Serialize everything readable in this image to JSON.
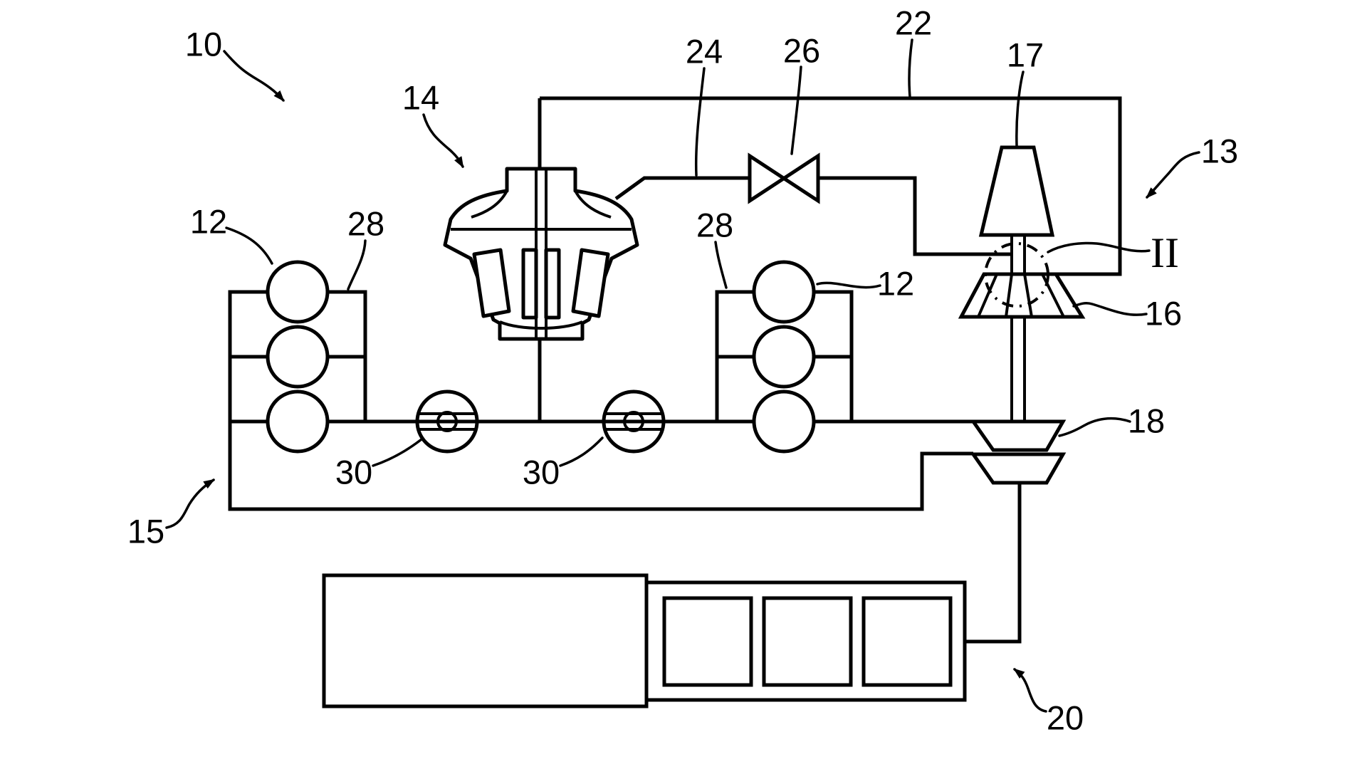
{
  "figure": {
    "kind": "patent-schematic",
    "background_color": "#ffffff",
    "line_color": "#000000"
  },
  "labels": {
    "ref10": "10",
    "ref12": "12",
    "ref13": "13",
    "ref14": "14",
    "ref15": "15",
    "ref16": "16",
    "ref17": "17",
    "ref18": "18",
    "ref20": "20",
    "ref22": "22",
    "ref24": "24",
    "ref26": "26",
    "ref28": "28",
    "ref30": "30",
    "refII": "II"
  }
}
